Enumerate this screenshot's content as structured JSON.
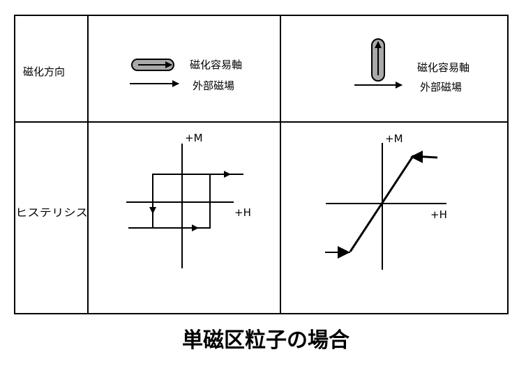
{
  "table": {
    "row1_label": "磁化方向",
    "row2_label": "ヒステリシス",
    "col1": {
      "easy_axis_label": "磁化容易軸",
      "external_field_label": "外部磁場",
      "axis_m": "+M",
      "axis_h": "+H"
    },
    "col2": {
      "easy_axis_label": "磁化容易軸",
      "external_field_label": "外部磁場",
      "axis_m": "+M",
      "axis_h": "+H"
    }
  },
  "caption": "単磁区粒子の場合"
}
